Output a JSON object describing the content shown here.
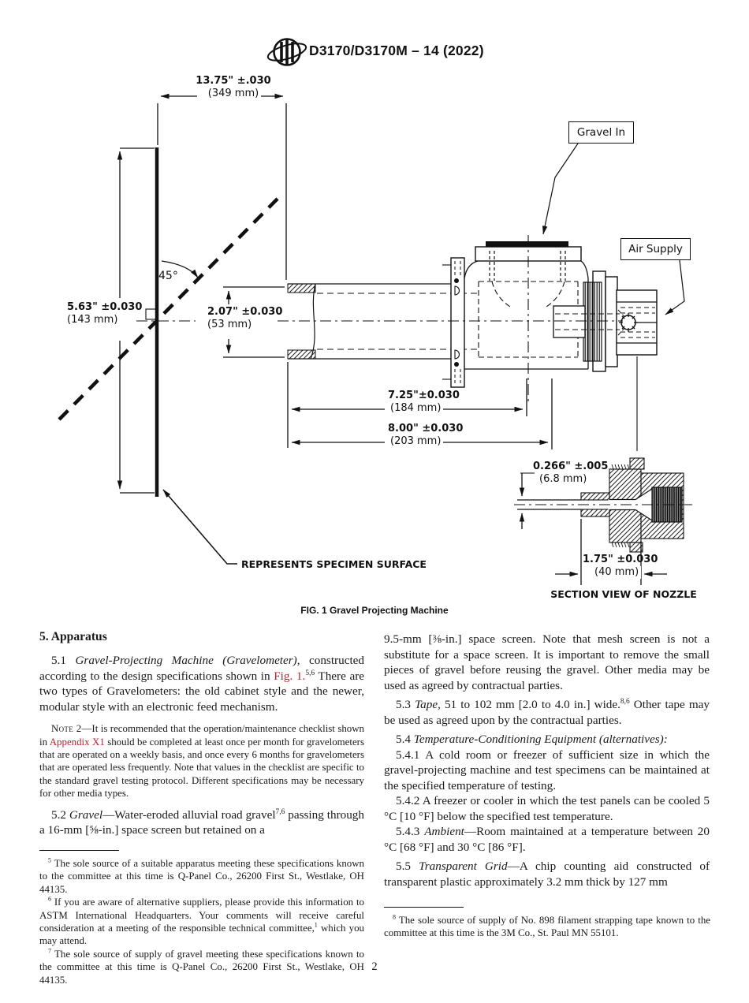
{
  "header": {
    "title": "D3170/D3170M – 14 (2022)",
    "logo": "ASTM"
  },
  "figure": {
    "dims": {
      "d1375": {
        "main": "13.75\" ±.030",
        "metric": "(349 mm)"
      },
      "d563": {
        "main": "5.63\" ±0.030",
        "metric": "(143 mm)"
      },
      "angle": "45°",
      "d207": {
        "main": "2.07\" ±0.030",
        "metric": "(53 mm)"
      },
      "d725": {
        "main": "7.25\"±0.030",
        "metric": "(184 mm)"
      },
      "d800": {
        "main": "8.00\" ±0.030",
        "metric": "(203 mm)"
      },
      "d0266": {
        "main": "0.266\" ±.005",
        "metric": "(6.8 mm)"
      },
      "d175": {
        "main": "1.75\" ±0.030",
        "metric": "(40 mm)"
      }
    },
    "labels": {
      "gravel_in": "Gravel In",
      "air_supply": "Air Supply",
      "specimen": "REPRESENTS SPECIMEN SURFACE",
      "section_view": "SECTION VIEW OF NOZZLE",
      "caption": "FIG. 1 Gravel Projecting Machine"
    }
  },
  "body": {
    "section5_heading": "5.  Apparatus",
    "p51": {
      "num": "5.1 ",
      "italic": "Gravel-Projecting Machine (Gravelometer),",
      "t1": " constructed according to the design specifications shown in ",
      "link": "Fig. 1.",
      "sup": "5,6",
      "t2": " There are two types of Gravelometers: the old cabinet style and the newer, modular style with an electronic feed mechanism."
    },
    "note2": {
      "label": "Note 2",
      "t1": "—It is recommended that the operation/maintenance checklist shown in ",
      "link": "Appendix X1",
      "t2": " should be completed at least once per month for gravelometers that are operated on a weekly basis, and once every 6 months for gravelometers that are operated less frequently. Note that values in the checklist are specific to the standard gravel testing protocol. Different specifications may be necessary for other media types."
    },
    "p52": {
      "num": "5.2 ",
      "italic": "Gravel",
      "t1": "—Water-eroded alluvial road gravel",
      "sup": "7,6",
      "t2": " passing through a 16-mm [⅝-in.] space screen but retained on a"
    },
    "p52b": "9.5-mm [⅜-in.] space screen. Note that mesh screen is not a substitute for a space screen. It is important to remove the small pieces of gravel before reusing the gravel. Other media may be used as agreed by contractual parties.",
    "p53": {
      "num": "5.3 ",
      "italic": "Tape,",
      "t1": " 51 to 102 mm [2.0 to 4.0 in.] wide.",
      "sup": "8,6",
      "t2": " Other tape may be used as agreed upon by the contractual parties."
    },
    "p54": {
      "num": "5.4 ",
      "italic": "Temperature-Conditioning Equipment (alternatives):"
    },
    "p541": "5.4.1  A cold room or freezer of sufficient size in which the gravel-projecting machine and test specimens can be maintained at the specified temperature of testing.",
    "p542": "5.4.2  A freezer or cooler in which the test panels can be cooled 5 °C [10 °F] below the specified test temperature.",
    "p543": {
      "num": "5.4.3 ",
      "italic": "Ambient",
      "t": "—Room maintained at a temperature between 20 °C [68 °F] and 30 °C [86 °F]."
    },
    "p55": {
      "num": "5.5 ",
      "italic": "Transparent Grid",
      "t": "—A chip counting aid constructed of transparent plastic approximately 3.2 mm thick by 127 mm"
    }
  },
  "footnotes": {
    "f5": {
      "marker": "5",
      "t": " The sole source of a suitable apparatus meeting these specifications known to the committee at this time is Q-Panel Co., 26200 First St., Westlake, OH 44135."
    },
    "f6": {
      "marker": "6",
      "t1": " If you are aware of alternative suppliers, please provide this information to ASTM International Headquarters. Your comments will receive careful consideration at a meeting of the responsible technical committee,",
      "sup": "1",
      "t2": " which you may attend."
    },
    "f7": {
      "marker": "7",
      "t": " The sole source of supply of gravel meeting these specifications known to the committee at this time is Q-Panel Co., 26200 First St., Westlake, OH 44135."
    },
    "f8": {
      "marker": "8",
      "t": " The sole source of supply of No. 898 filament strapping tape known to the committee at this time is the 3M Co., St. Paul MN 55101."
    }
  },
  "page_number": "2",
  "colors": {
    "link_red": "#c32032"
  }
}
